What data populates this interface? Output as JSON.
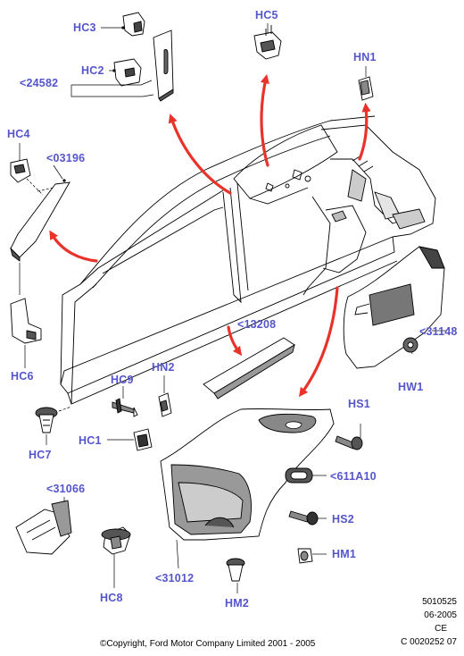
{
  "callouts": {
    "hc3": "HC3",
    "hc2": "HC2",
    "p24582": "<24582",
    "hc5": "HC5",
    "hn1": "HN1",
    "hc4": "HC4",
    "p03196": "<03196",
    "hc6": "HC6",
    "p13208": "<13208",
    "p31148": "<31148",
    "hw1": "HW1",
    "hc9": "HC9",
    "hn2": "HN2",
    "hs1": "HS1",
    "hc1": "HC1",
    "hc7": "HC7",
    "p611a10": "<611A10",
    "p31066": "<31066",
    "hs2": "HS2",
    "hm1": "HM1",
    "p31012": "<31012",
    "hc8": "HC8",
    "hm2": "HM2"
  },
  "meta": {
    "code": "5010525",
    "date": "06-2005",
    "region": "CE",
    "ref": "C 0020252 07"
  },
  "copyright": "©Copyright, Ford Motor Company Limited 2001 - 2005",
  "colors": {
    "callout": "#5555cc",
    "arrow": "#e8322a",
    "line": "#000000",
    "fill_dark": "#555555",
    "fill_light": "#dddddd"
  }
}
